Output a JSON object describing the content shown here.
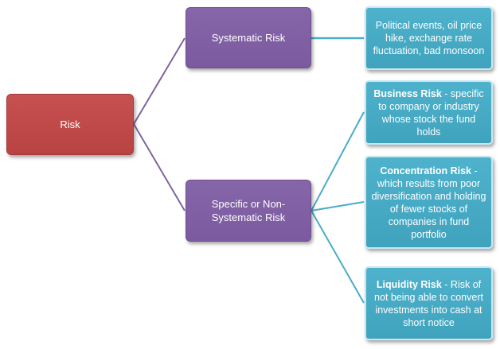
{
  "root": {
    "label": "Risk"
  },
  "branches": [
    {
      "label": "Systematic Risk",
      "leaves": [
        {
          "heading": "",
          "text": "Political events, oil price hike, exchange rate fluctuation, bad monsoon"
        }
      ]
    },
    {
      "label": "Specific or Non-Systematic Risk",
      "leaves": [
        {
          "heading": "Business Risk",
          "text": " -  specific to company or industry whose stock the fund holds"
        },
        {
          "heading": "Concentration Risk",
          "text": " - which results  from poor diversification and holding of fewer stocks of companies in fund portfolio"
        },
        {
          "heading": "Liquidity Risk",
          "text": " - Risk of not being able to convert investments into cash at short notice"
        }
      ]
    }
  ],
  "colors": {
    "root_fill": "#c0504d",
    "branch_fill": "#8064a2",
    "leaf_fill": "#4bacc6",
    "connector_root": "#8064a2",
    "connector_leaf": "#4bacc6"
  }
}
